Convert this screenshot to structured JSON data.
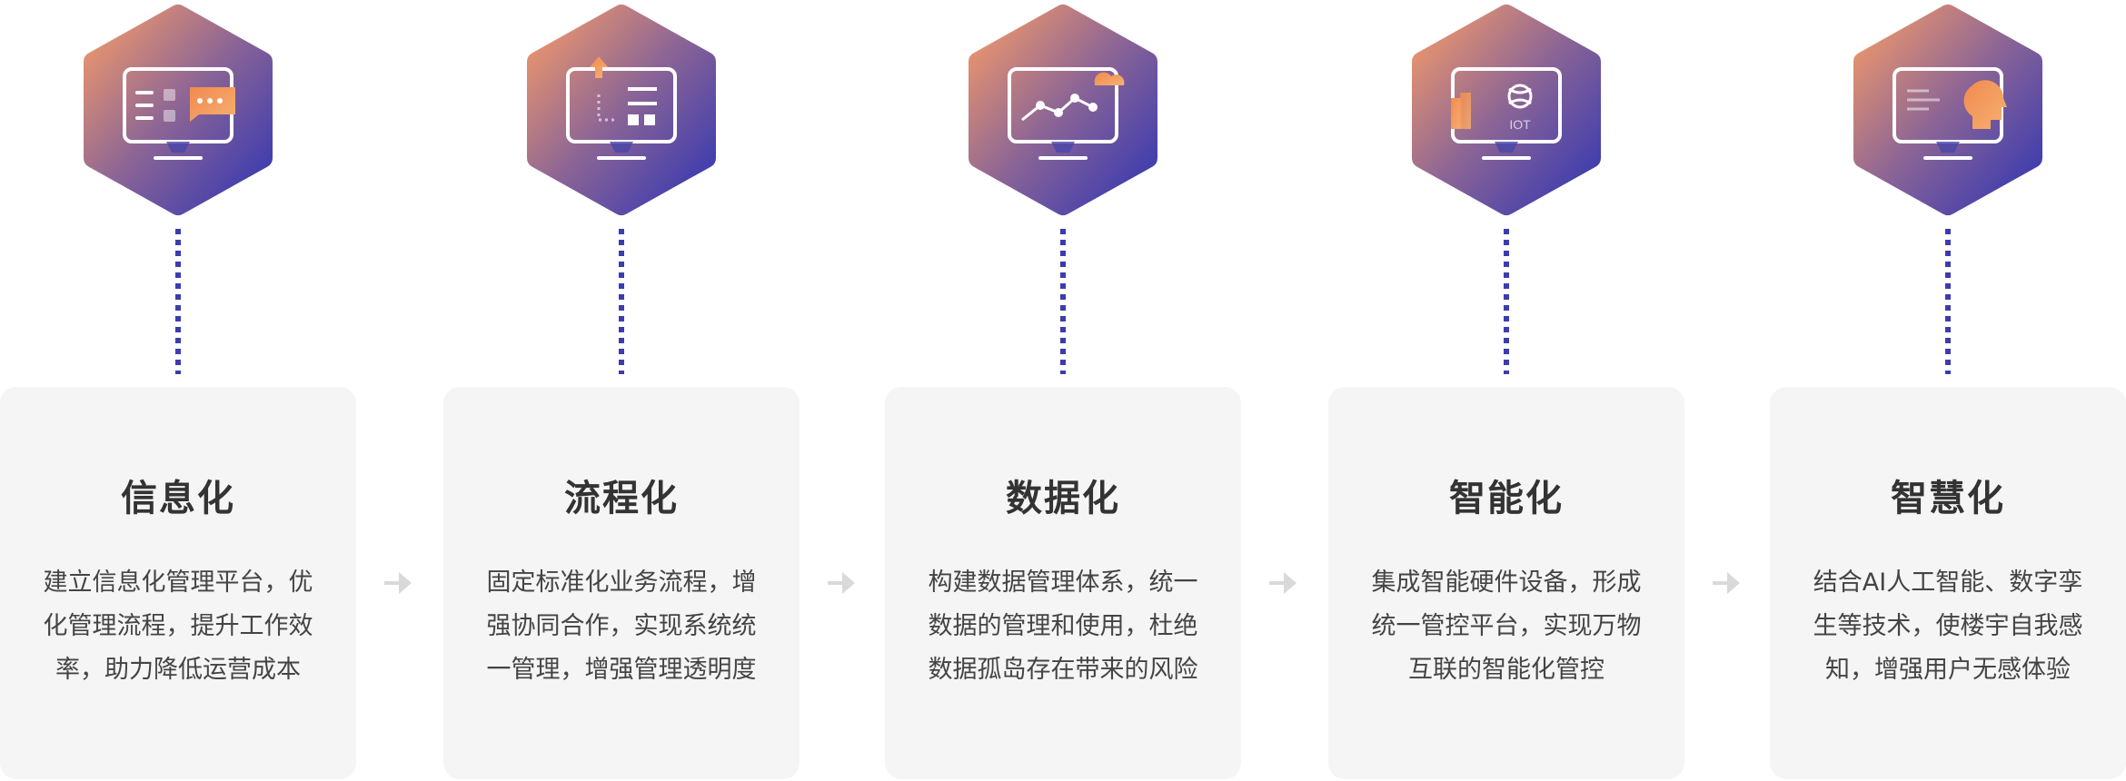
{
  "steps": [
    {
      "title": "信息化",
      "description": "建立信息化管理平台，优化管理流程，提升工作效率，助力降低运营成本",
      "icon": "monitor-chat-icon"
    },
    {
      "title": "流程化",
      "description": "固定标准化业务流程，增强协同合作，实现系统统一管理，增强管理透明度",
      "icon": "monitor-flow-icon"
    },
    {
      "title": "数据化",
      "description": "构建数据管理体系，统一数据的管理和使用，杜绝数据孤岛存在带来的风险",
      "icon": "monitor-cloud-data-icon"
    },
    {
      "title": "智能化",
      "description": "集成智能硬件设备，形成统一管控平台，实现万物互联的智能化管控",
      "icon": "monitor-iot-icon",
      "icon_label": "IOT"
    },
    {
      "title": "智慧化",
      "description": "结合AI人工智能、数字孪生等技术，使楼宇自我感知，增强用户无感体验",
      "icon": "monitor-ai-head-icon"
    }
  ],
  "colors": {
    "gradient_start": "#f0956a",
    "gradient_end": "#3a3ab0",
    "dots": "#3c3cae",
    "card_bg": "#f5f5f5",
    "arrow": "#d9d9d9"
  }
}
